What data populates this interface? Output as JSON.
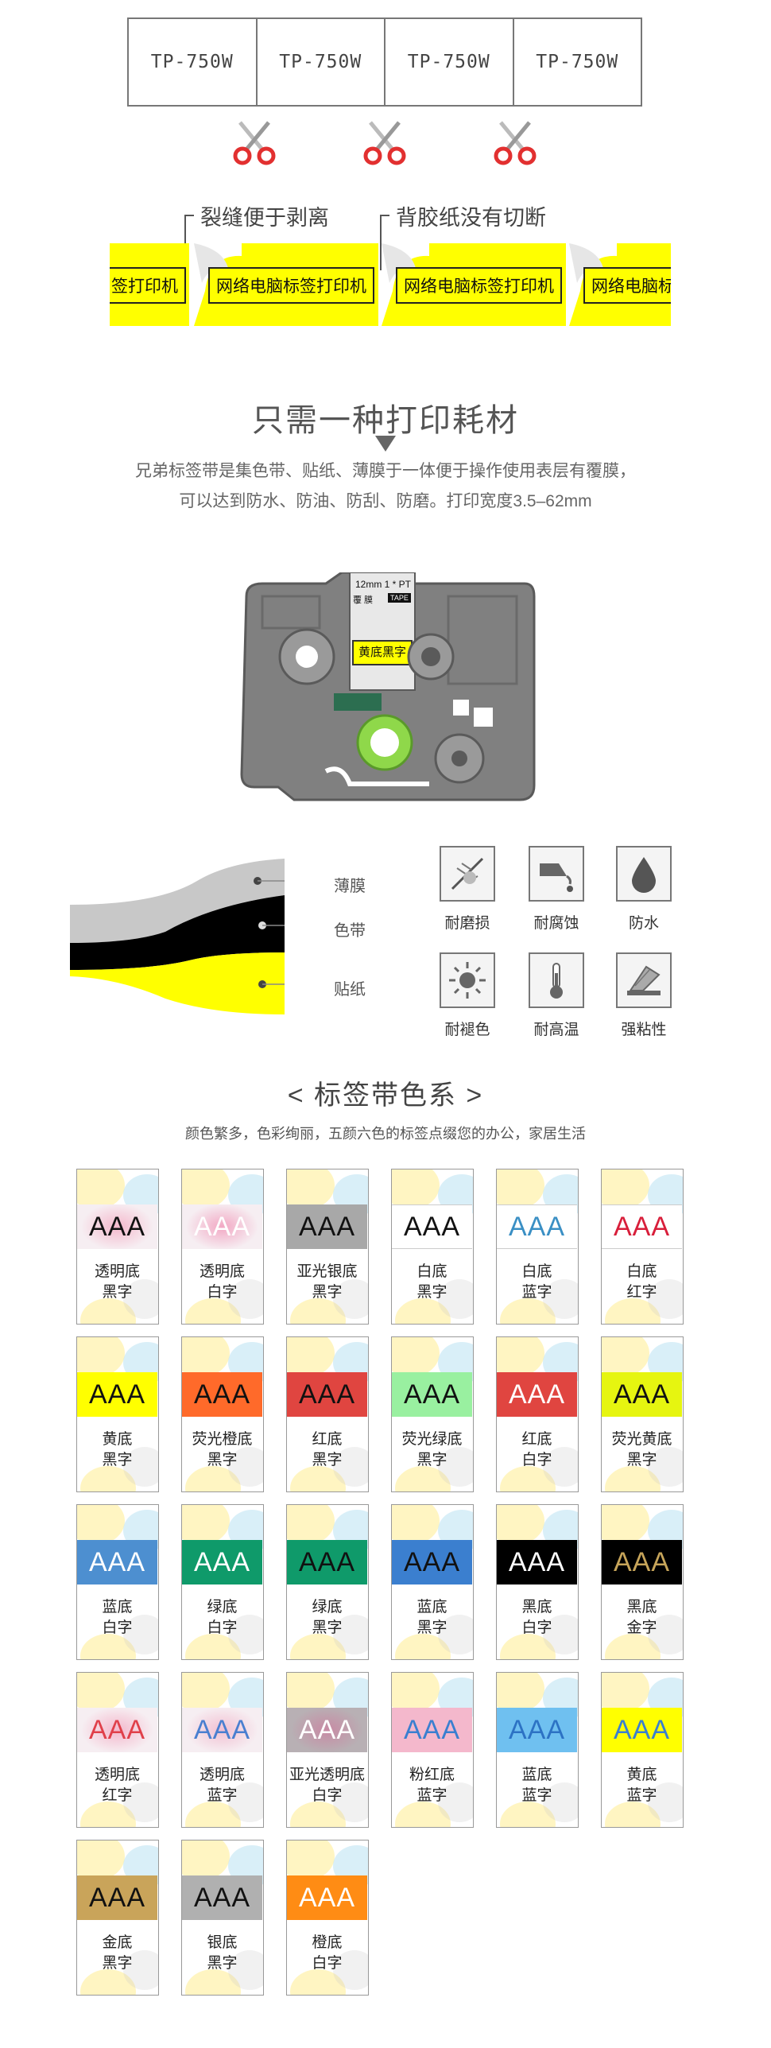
{
  "models": [
    "TP-750W",
    "TP-750W",
    "TP-750W",
    "TP-750W"
  ],
  "notes": {
    "left": "裂缝便于剥离",
    "right": "背胶纸没有切断"
  },
  "tape_labels": [
    "签打印机",
    "网络电脑标签打印机",
    "网络电脑标签打印机",
    "网络电脑标签打"
  ],
  "section2": {
    "title": "只需一种打印耗材",
    "desc1": "兄弟标签带是集色带、贴纸、薄膜于一体便于操作使用表层有覆膜，",
    "desc2": "可以达到防水、防油、防刮、防磨。打印宽度3.5–62mm"
  },
  "cartridge": {
    "spec": "12mm 1 * PT",
    "sub": "覆  膜",
    "tape_badge": "TAPE",
    "label": "黄底黑字"
  },
  "layers": [
    "薄膜",
    "色带",
    "贴纸"
  ],
  "features": [
    {
      "label": "耐磨损",
      "icon": "abrasion-icon"
    },
    {
      "label": "耐腐蚀",
      "icon": "corrosion-icon"
    },
    {
      "label": "防水",
      "icon": "water-drop-icon"
    },
    {
      "label": "耐褪色",
      "icon": "sun-icon"
    },
    {
      "label": "耐高温",
      "icon": "thermometer-icon"
    },
    {
      "label": "强粘性",
      "icon": "adhesive-icon"
    }
  ],
  "section3": {
    "title": "<  标签带色系  >",
    "subtitle": "颜色繁多，色彩绚丽，五颜六色的标签点缀您的办公，家居生活"
  },
  "swatches": [
    {
      "text": "AAA",
      "bg": "#f6eef2",
      "fg": "#111111",
      "line1": "透明底",
      "line2": "黑字",
      "glow": "#f4b8cc"
    },
    {
      "text": "AAA",
      "bg": "#f6eef2",
      "fg": "#ffffff",
      "line1": "透明底",
      "line2": "白字",
      "glow": "#f2a8c4"
    },
    {
      "text": "AAA",
      "bg": "#a8a8a8",
      "fg": "#111111",
      "line1": "亚光银底",
      "line2": "黑字"
    },
    {
      "text": "AAA",
      "bg": "#ffffff",
      "fg": "#111111",
      "line1": "白底",
      "line2": "黑字"
    },
    {
      "text": "AAA",
      "bg": "#ffffff",
      "fg": "#3a8fc4",
      "line1": "白底",
      "line2": "蓝字"
    },
    {
      "text": "AAA",
      "bg": "#ffffff",
      "fg": "#d81e3a",
      "line1": "白底",
      "line2": "红字"
    },
    {
      "text": "AAA",
      "bg": "#ffff00",
      "fg": "#111111",
      "line1": "黄底",
      "line2": "黑字"
    },
    {
      "text": "AAA",
      "bg": "#ff6a2a",
      "fg": "#111111",
      "line1": "荧光橙底",
      "line2": "黑字"
    },
    {
      "text": "AAA",
      "bg": "#e04540",
      "fg": "#111111",
      "line1": "红底",
      "line2": "黑字"
    },
    {
      "text": "AAA",
      "bg": "#99f0a0",
      "fg": "#111111",
      "line1": "荧光绿底",
      "line2": "黑字"
    },
    {
      "text": "AAA",
      "bg": "#e04540",
      "fg": "#ffffff",
      "line1": "红底",
      "line2": "白字"
    },
    {
      "text": "AAA",
      "bg": "#e6f510",
      "fg": "#111111",
      "line1": "荧光黄底",
      "line2": "黑字"
    },
    {
      "text": "AAA",
      "bg": "#4d8fd0",
      "fg": "#ffffff",
      "line1": "蓝底",
      "line2": "白字"
    },
    {
      "text": "AAA",
      "bg": "#0f9a6a",
      "fg": "#ffffff",
      "line1": "绿底",
      "line2": "白字"
    },
    {
      "text": "AAA",
      "bg": "#0f9a6a",
      "fg": "#111111",
      "line1": "绿底",
      "line2": "黑字"
    },
    {
      "text": "AAA",
      "bg": "#3b7fcf",
      "fg": "#111111",
      "line1": "蓝底",
      "line2": "黑字"
    },
    {
      "text": "AAA",
      "bg": "#000000",
      "fg": "#ffffff",
      "line1": "黑底",
      "line2": "白字"
    },
    {
      "text": "AAA",
      "bg": "#000000",
      "fg": "#c7a55a",
      "line1": "黑底",
      "line2": "金字"
    },
    {
      "text": "AAA",
      "bg": "#f6eef2",
      "fg": "#e0404a",
      "line1": "透明底",
      "line2": "红字",
      "glow": "#f4b8cc"
    },
    {
      "text": "AAA",
      "bg": "#f6eef2",
      "fg": "#4a7fd0",
      "line1": "透明底",
      "line2": "蓝字",
      "glow": "#f2c0d2"
    },
    {
      "text": "AAA",
      "bg": "#b8b0b4",
      "fg": "#ffffff",
      "line1": "亚光透明底",
      "line2": "白字",
      "glow": "#c88aa4"
    },
    {
      "text": "AAA",
      "bg": "#f4b8cc",
      "fg": "#3a7fd0",
      "line1": "粉红底",
      "line2": "蓝字"
    },
    {
      "text": "AAA",
      "bg": "#6fc0f0",
      "fg": "#2c72c4",
      "line1": "蓝底",
      "line2": "蓝字"
    },
    {
      "text": "AAA",
      "bg": "#ffff00",
      "fg": "#3a7fd0",
      "line1": "黄底",
      "line2": "蓝字"
    },
    {
      "text": "AAA",
      "bg": "#c9a45a",
      "fg": "#111111",
      "line1": "金底",
      "line2": "黑字"
    },
    {
      "text": "AAA",
      "bg": "#b0b0b0",
      "fg": "#111111",
      "line1": "银底",
      "line2": "黑字"
    },
    {
      "text": "AAA",
      "bg": "#ff8c14",
      "fg": "#ffffff",
      "line1": "橙底",
      "line2": "白字"
    }
  ]
}
